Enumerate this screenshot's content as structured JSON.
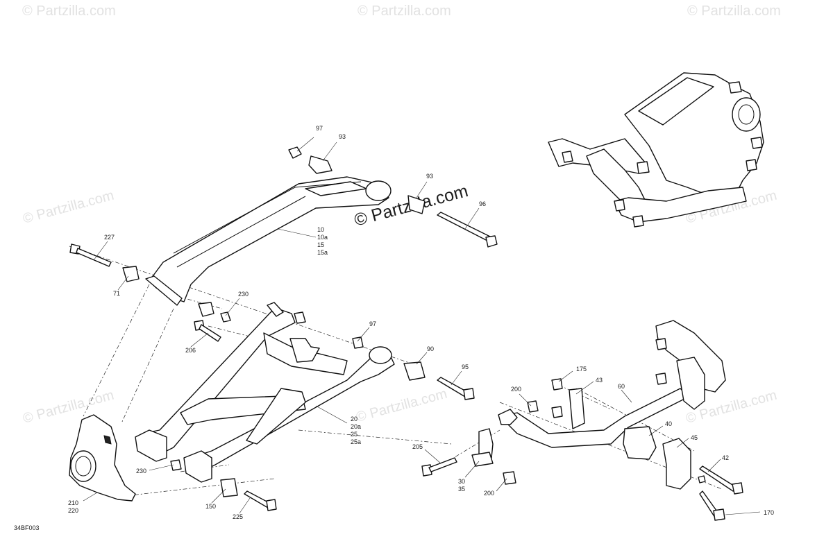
{
  "watermarks": {
    "small_text": "© Partzilla.com",
    "center_text": "© Partzilla.com"
  },
  "diagram_code": "34BF003",
  "callouts": {
    "c97a": "97",
    "c93a": "93",
    "c93b": "93",
    "c96": "96",
    "c10": "10",
    "c10a": "10a",
    "c15": "15",
    "c15a": "15a",
    "c227": "227",
    "c71": "71",
    "c230a": "230",
    "c206": "206",
    "c97b": "97",
    "c90": "90",
    "c95": "95",
    "c20": "20",
    "c20a": "20a",
    "c25": "25",
    "c25a": "25a",
    "c205": "205",
    "c30": "30",
    "c35": "35",
    "c200a": "200",
    "c200b": "200",
    "c175": "175",
    "c43": "43",
    "c60": "60",
    "c40": "40",
    "c45": "45",
    "c42": "42",
    "c170": "170",
    "c230b": "230",
    "c150": "150",
    "c225": "225",
    "c210": "210",
    "c220": "220"
  },
  "colors": {
    "line": "#111111",
    "watermark": "#e2e2e2",
    "background": "#ffffff"
  }
}
